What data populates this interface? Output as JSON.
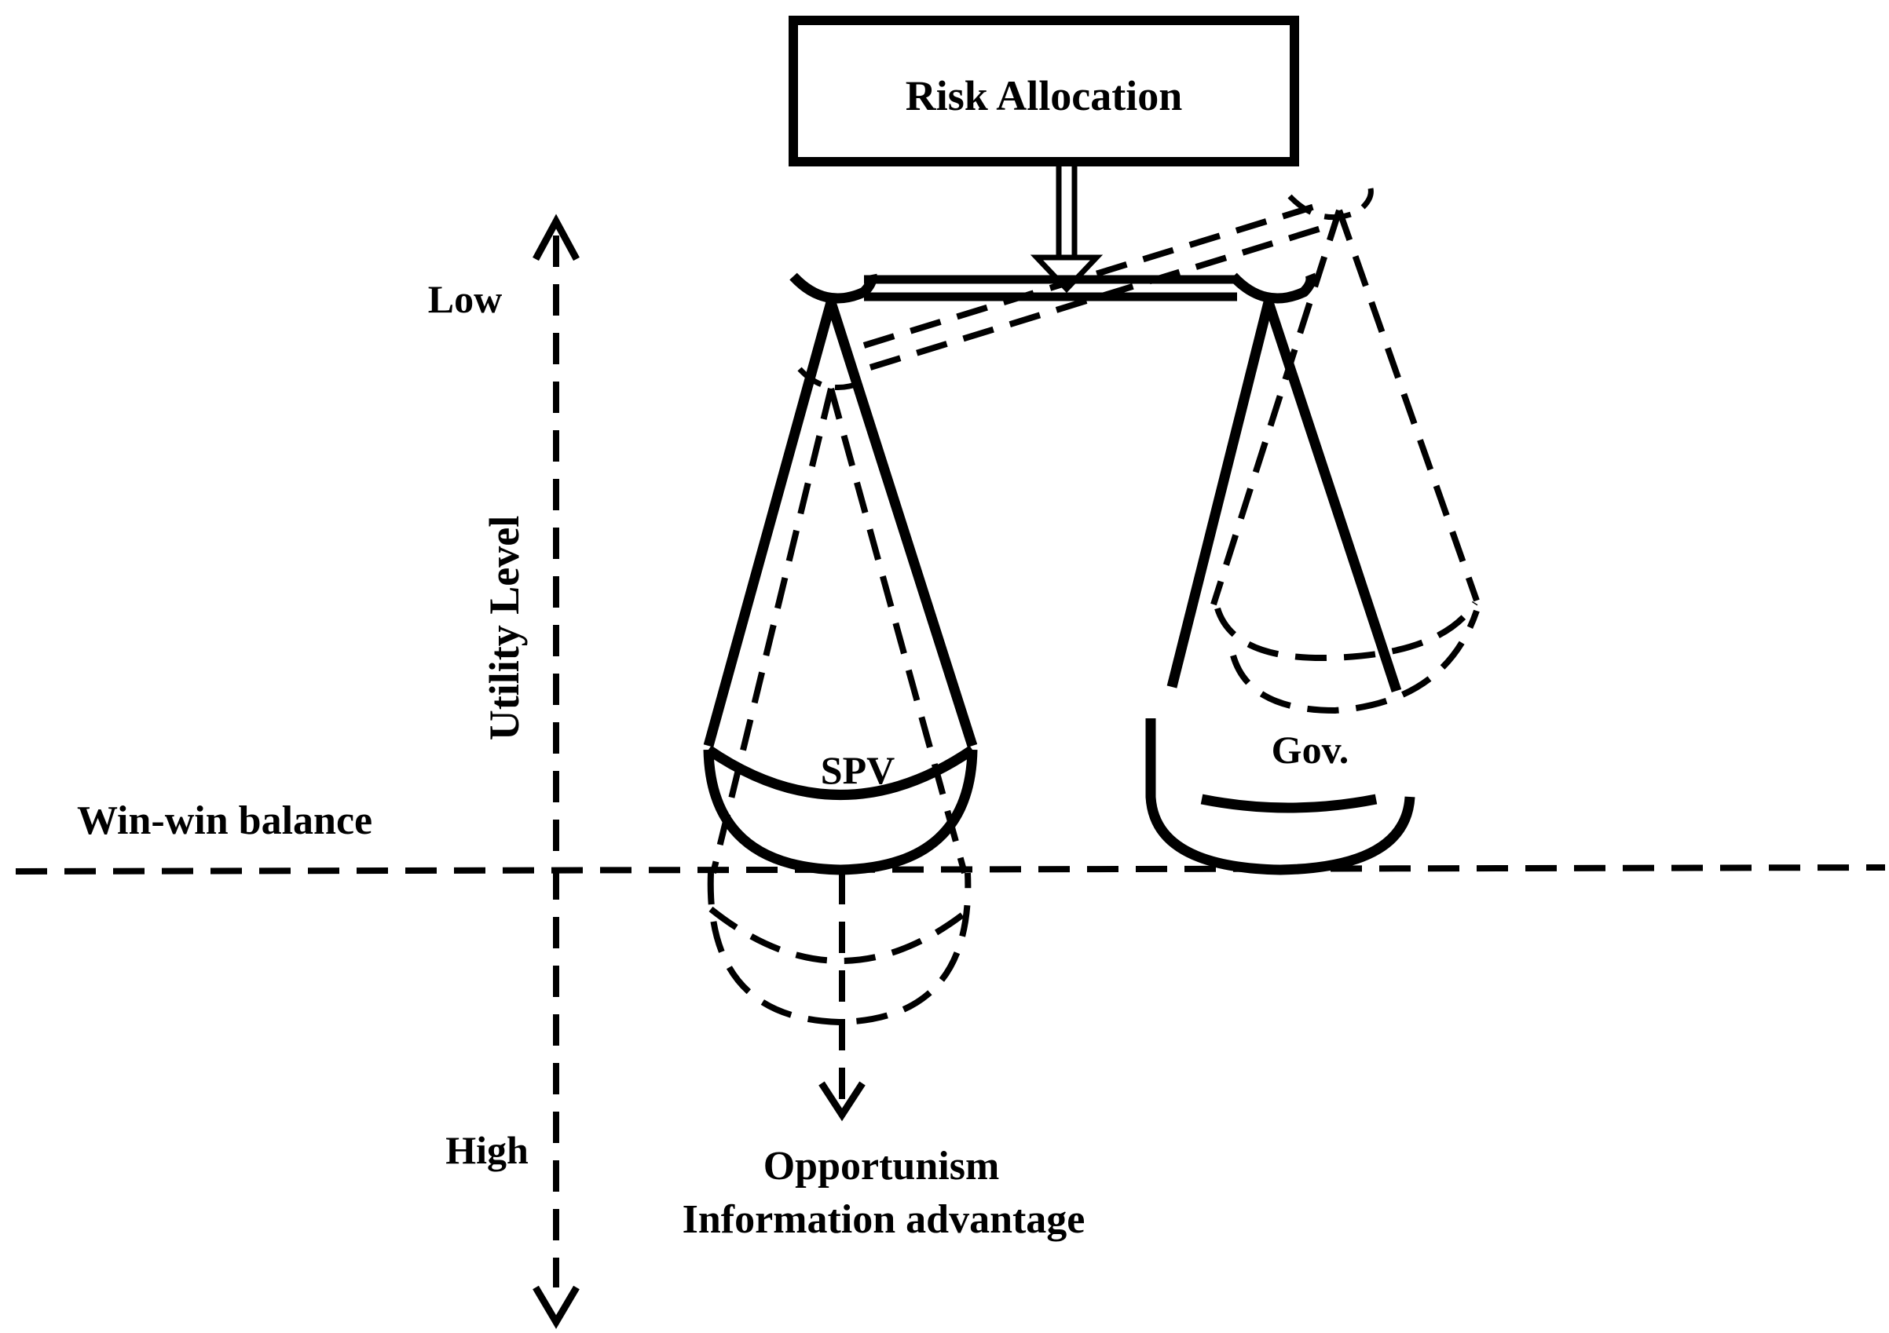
{
  "labels": {
    "top_box": "Risk Allocation",
    "axis_low": "Low",
    "axis_high": "High",
    "axis_title": "Utility Level",
    "balance_line": "Win-win balance",
    "left_pan": "SPV",
    "right_pan": "Gov.",
    "driver_line1": "Opportunism",
    "driver_line2": "Information advantage"
  },
  "colors": {
    "ink": "#000000",
    "background": "#ffffff"
  }
}
